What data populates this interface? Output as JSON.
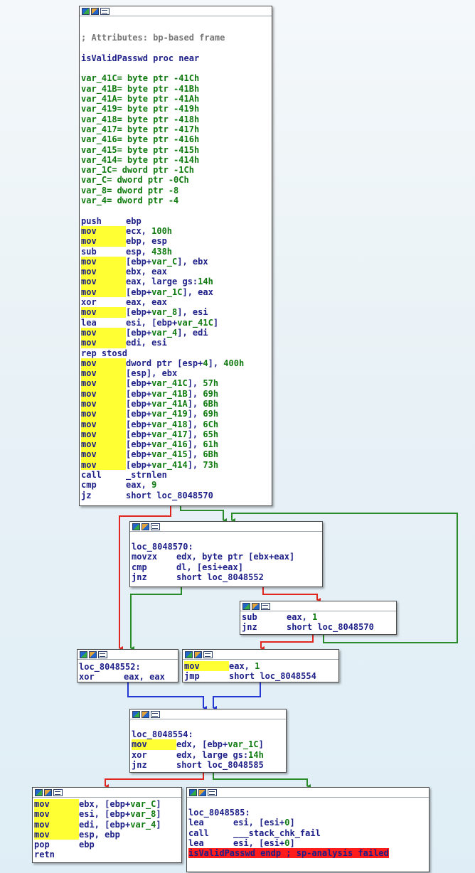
{
  "colors": {
    "node_border": "#4a4a4a",
    "mnemonic": "#1d1f88",
    "highlight": "#ffff33",
    "operand_number": "#0f7a0f",
    "edge_false": "#e0271f",
    "edge_true": "#2a8b2a",
    "edge_uncond": "#2438d6",
    "error_bg": "#ff1c1c"
  },
  "node_icons": [
    "graph-icon",
    "color-icon",
    "text-view-icon"
  ],
  "main": {
    "comment": "; Attributes: bp-based frame",
    "proc": "isValidPasswd proc near",
    "vars": [
      "var_41C= byte ptr -41Ch",
      "var_41B= byte ptr -41Bh",
      "var_41A= byte ptr -41Ah",
      "var_419= byte ptr -419h",
      "var_418= byte ptr -418h",
      "var_417= byte ptr -417h",
      "var_416= byte ptr -416h",
      "var_415= byte ptr -415h",
      "var_414= byte ptr -414h",
      "var_1C= dword ptr -1Ch",
      "var_C= dword ptr -0Ch",
      "var_8= dword ptr -8",
      "var_4= dword ptr -4"
    ],
    "code": [
      {
        "op": "push",
        "args": "ebp",
        "hl": false
      },
      {
        "op": "mov",
        "args": "ecx, 100h",
        "hl": true
      },
      {
        "op": "mov",
        "args": "ebp, esp",
        "hl": true
      },
      {
        "op": "sub",
        "args": "esp, 438h",
        "hl": false
      },
      {
        "op": "mov",
        "args": "[ebp+var_C], ebx",
        "hl": true
      },
      {
        "op": "mov",
        "args": "ebx, eax",
        "hl": true
      },
      {
        "op": "mov",
        "args": "eax, large gs:14h",
        "hl": true
      },
      {
        "op": "mov",
        "args": "[ebp+var_1C], eax",
        "hl": true
      },
      {
        "op": "xor",
        "args": "eax, eax",
        "hl": false
      },
      {
        "op": "mov",
        "args": "[ebp+var_8], esi",
        "hl": true
      },
      {
        "op": "lea",
        "args": "esi, [ebp+var_41C]",
        "hl": false
      },
      {
        "op": "mov",
        "args": "[ebp+var_4], edi",
        "hl": true
      },
      {
        "op": "mov",
        "args": "edi, esi",
        "hl": true
      },
      {
        "op": "rep stosd",
        "args": "",
        "hl": false
      },
      {
        "op": "mov",
        "args": "dword ptr [esp+4], 400h",
        "hl": true
      },
      {
        "op": "mov",
        "args": "[esp], ebx",
        "hl": true
      },
      {
        "op": "mov",
        "args": "[ebp+var_41C], 57h",
        "hl": true
      },
      {
        "op": "mov",
        "args": "[ebp+var_41B], 69h",
        "hl": true
      },
      {
        "op": "mov",
        "args": "[ebp+var_41A], 6Bh",
        "hl": true
      },
      {
        "op": "mov",
        "args": "[ebp+var_419], 69h",
        "hl": true
      },
      {
        "op": "mov",
        "args": "[ebp+var_418], 6Ch",
        "hl": true
      },
      {
        "op": "mov",
        "args": "[ebp+var_417], 65h",
        "hl": true
      },
      {
        "op": "mov",
        "args": "[ebp+var_416], 61h",
        "hl": true
      },
      {
        "op": "mov",
        "args": "[ebp+var_415], 6Bh",
        "hl": true
      },
      {
        "op": "mov",
        "args": "[ebp+var_414], 73h",
        "hl": true
      },
      {
        "op": "call",
        "args": "_strnlen",
        "hl": false
      },
      {
        "op": "cmp",
        "args": "eax, 9",
        "hl": false
      },
      {
        "op": "jz",
        "args": "short loc_8048570",
        "hl": false
      }
    ]
  },
  "blocks": [
    {
      "id": "b570",
      "label": "loc_8048570:",
      "code": [
        {
          "op": "movzx",
          "args": "edx, byte ptr [ebx+eax]",
          "hl": false
        },
        {
          "op": "cmp",
          "args": "dl, [esi+eax]",
          "hl": false
        },
        {
          "op": "jnz",
          "args": "short loc_8048552",
          "hl": false
        }
      ]
    },
    {
      "id": "bsub",
      "label": "",
      "code": [
        {
          "op": "sub",
          "args": "eax, 1",
          "hl": false
        },
        {
          "op": "jnz",
          "args": "short loc_8048570",
          "hl": false
        }
      ]
    },
    {
      "id": "b552",
      "label": "loc_8048552:",
      "code": [
        {
          "op": "xor",
          "args": "eax, eax",
          "hl": false
        }
      ]
    },
    {
      "id": "bmov1",
      "label": "",
      "code": [
        {
          "op": "mov",
          "args": "eax, 1",
          "hl": true
        },
        {
          "op": "jmp",
          "args": "short loc_8048554",
          "hl": false
        }
      ]
    },
    {
      "id": "b554",
      "label": "loc_8048554:",
      "code": [
        {
          "op": "mov",
          "args": "edx, [ebp+var_1C]",
          "hl": true
        },
        {
          "op": "xor",
          "args": "edx, large gs:14h",
          "hl": false
        },
        {
          "op": "jnz",
          "args": "short loc_8048585",
          "hl": false
        }
      ]
    },
    {
      "id": "bret",
      "label": "",
      "code": [
        {
          "op": "mov",
          "args": "ebx, [ebp+var_C]",
          "hl": true
        },
        {
          "op": "mov",
          "args": "esi, [ebp+var_8]",
          "hl": true
        },
        {
          "op": "mov",
          "args": "edi, [ebp+var_4]",
          "hl": true
        },
        {
          "op": "mov",
          "args": "esp, ebp",
          "hl": true
        },
        {
          "op": "pop",
          "args": "ebp",
          "hl": false
        },
        {
          "op": "retn",
          "args": "",
          "hl": false
        }
      ]
    },
    {
      "id": "b585",
      "label": "loc_8048585:",
      "code": [
        {
          "op": "lea",
          "args": "esi, [esi+0]",
          "hl": false
        },
        {
          "op": "call",
          "args": "___stack_chk_fail",
          "hl": false
        },
        {
          "op": "lea",
          "args": "esi, [esi+0]",
          "hl": false
        }
      ],
      "endp": "isValidPasswd endp ; sp-analysis failed"
    }
  ]
}
